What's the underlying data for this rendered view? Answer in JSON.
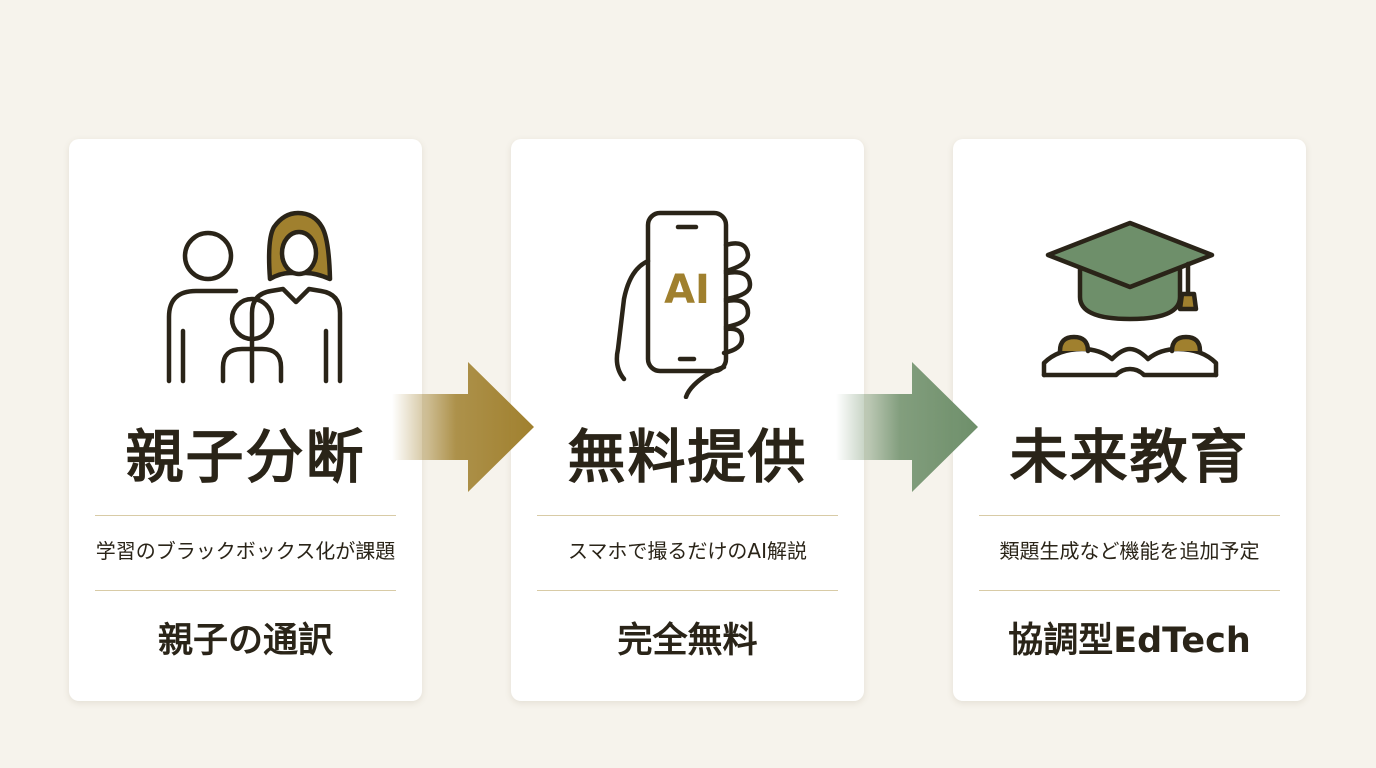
{
  "colors": {
    "background": "#f6f3ec",
    "card": "#ffffff",
    "text": "#2a2418",
    "gold": "#a0802e",
    "green": "#6e8f6a",
    "divider": "#d8cba6"
  },
  "cards": [
    {
      "icon": "family-icon",
      "title": "親子分断",
      "description": "学習のブラックボックス化が課題",
      "tag": "親子の通訳"
    },
    {
      "icon": "smartphone-ai-icon",
      "icon_label": "AI",
      "title": "無料提供",
      "description": "スマホで撮るだけのAI解説",
      "tag": "完全無料"
    },
    {
      "icon": "graduation-cap-icon",
      "title": "未来教育",
      "description": "類題生成など機能を追加予定",
      "tag": "協調型EdTech"
    }
  ],
  "arrows": [
    {
      "icon": "arrow-right-icon",
      "color": "#a0802e"
    },
    {
      "icon": "arrow-right-icon",
      "color": "#6e8f6a"
    }
  ]
}
